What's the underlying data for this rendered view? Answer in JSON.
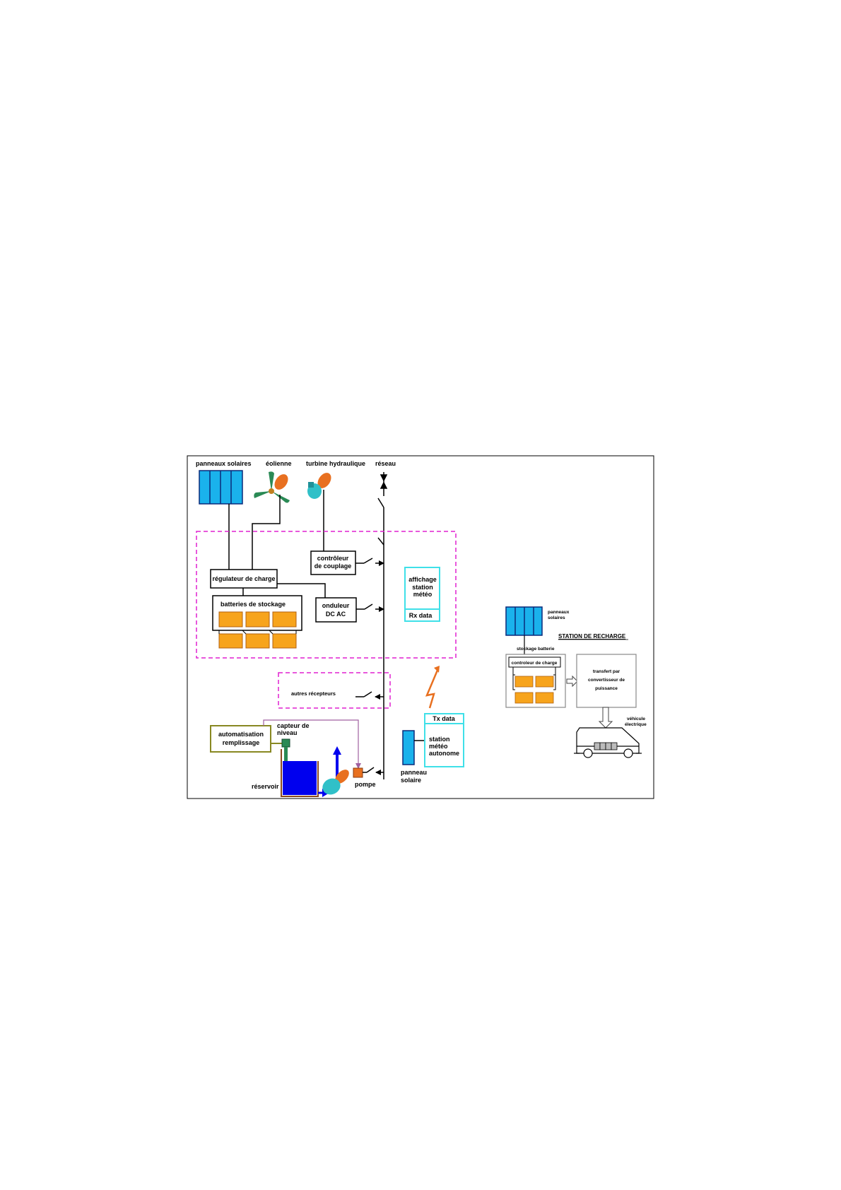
{
  "sources": {
    "solar_panels": "panneaux solaires",
    "wind": "éolienne",
    "hydro": "turbine hydraulique",
    "grid": "réseau"
  },
  "blocks": {
    "charge_regulator": "régulateur de charge",
    "storage_batteries": "batteries de stockage",
    "coupling_controller": [
      "contrôleur",
      "de couplage"
    ],
    "inverter": [
      "onduleur",
      "DC  AC"
    ],
    "weather_display": [
      "affichage",
      "station",
      "météo"
    ],
    "rx": "Rx data",
    "other_receivers": "autres récepteurs",
    "fill_automation": [
      "automatisation",
      "remplissage"
    ],
    "level_sensor": [
      "capteur de",
      "niveau"
    ],
    "reservoir": "réservoir",
    "pump": "pompe",
    "tx": "Tx data",
    "weather_station": [
      "station",
      "météo",
      "autonome"
    ],
    "small_panel": [
      "panneau",
      "solaire"
    ]
  },
  "recharge": {
    "panels": [
      "panneaux",
      "solaires"
    ],
    "title": "STATION DE RECHARGE",
    "storage": "stockage batterie",
    "controller": "controleur de charge",
    "transfer": [
      "transfert par",
      "convertisseur de",
      "puissance"
    ],
    "vehicle": [
      "véhicule",
      "électrique"
    ]
  },
  "colors": {
    "solar": "#1ab2ec",
    "battery": "#f7a41c",
    "dashed": "#e020d0",
    "cyan": "#3fe0e8",
    "water": "#0000ee",
    "olive": "#888822",
    "orange": "#e87020",
    "teal": "#30c0c8",
    "wind_green": "#2a8a55",
    "sensor_green": "#2a8a55",
    "purple": "#a060a0"
  }
}
